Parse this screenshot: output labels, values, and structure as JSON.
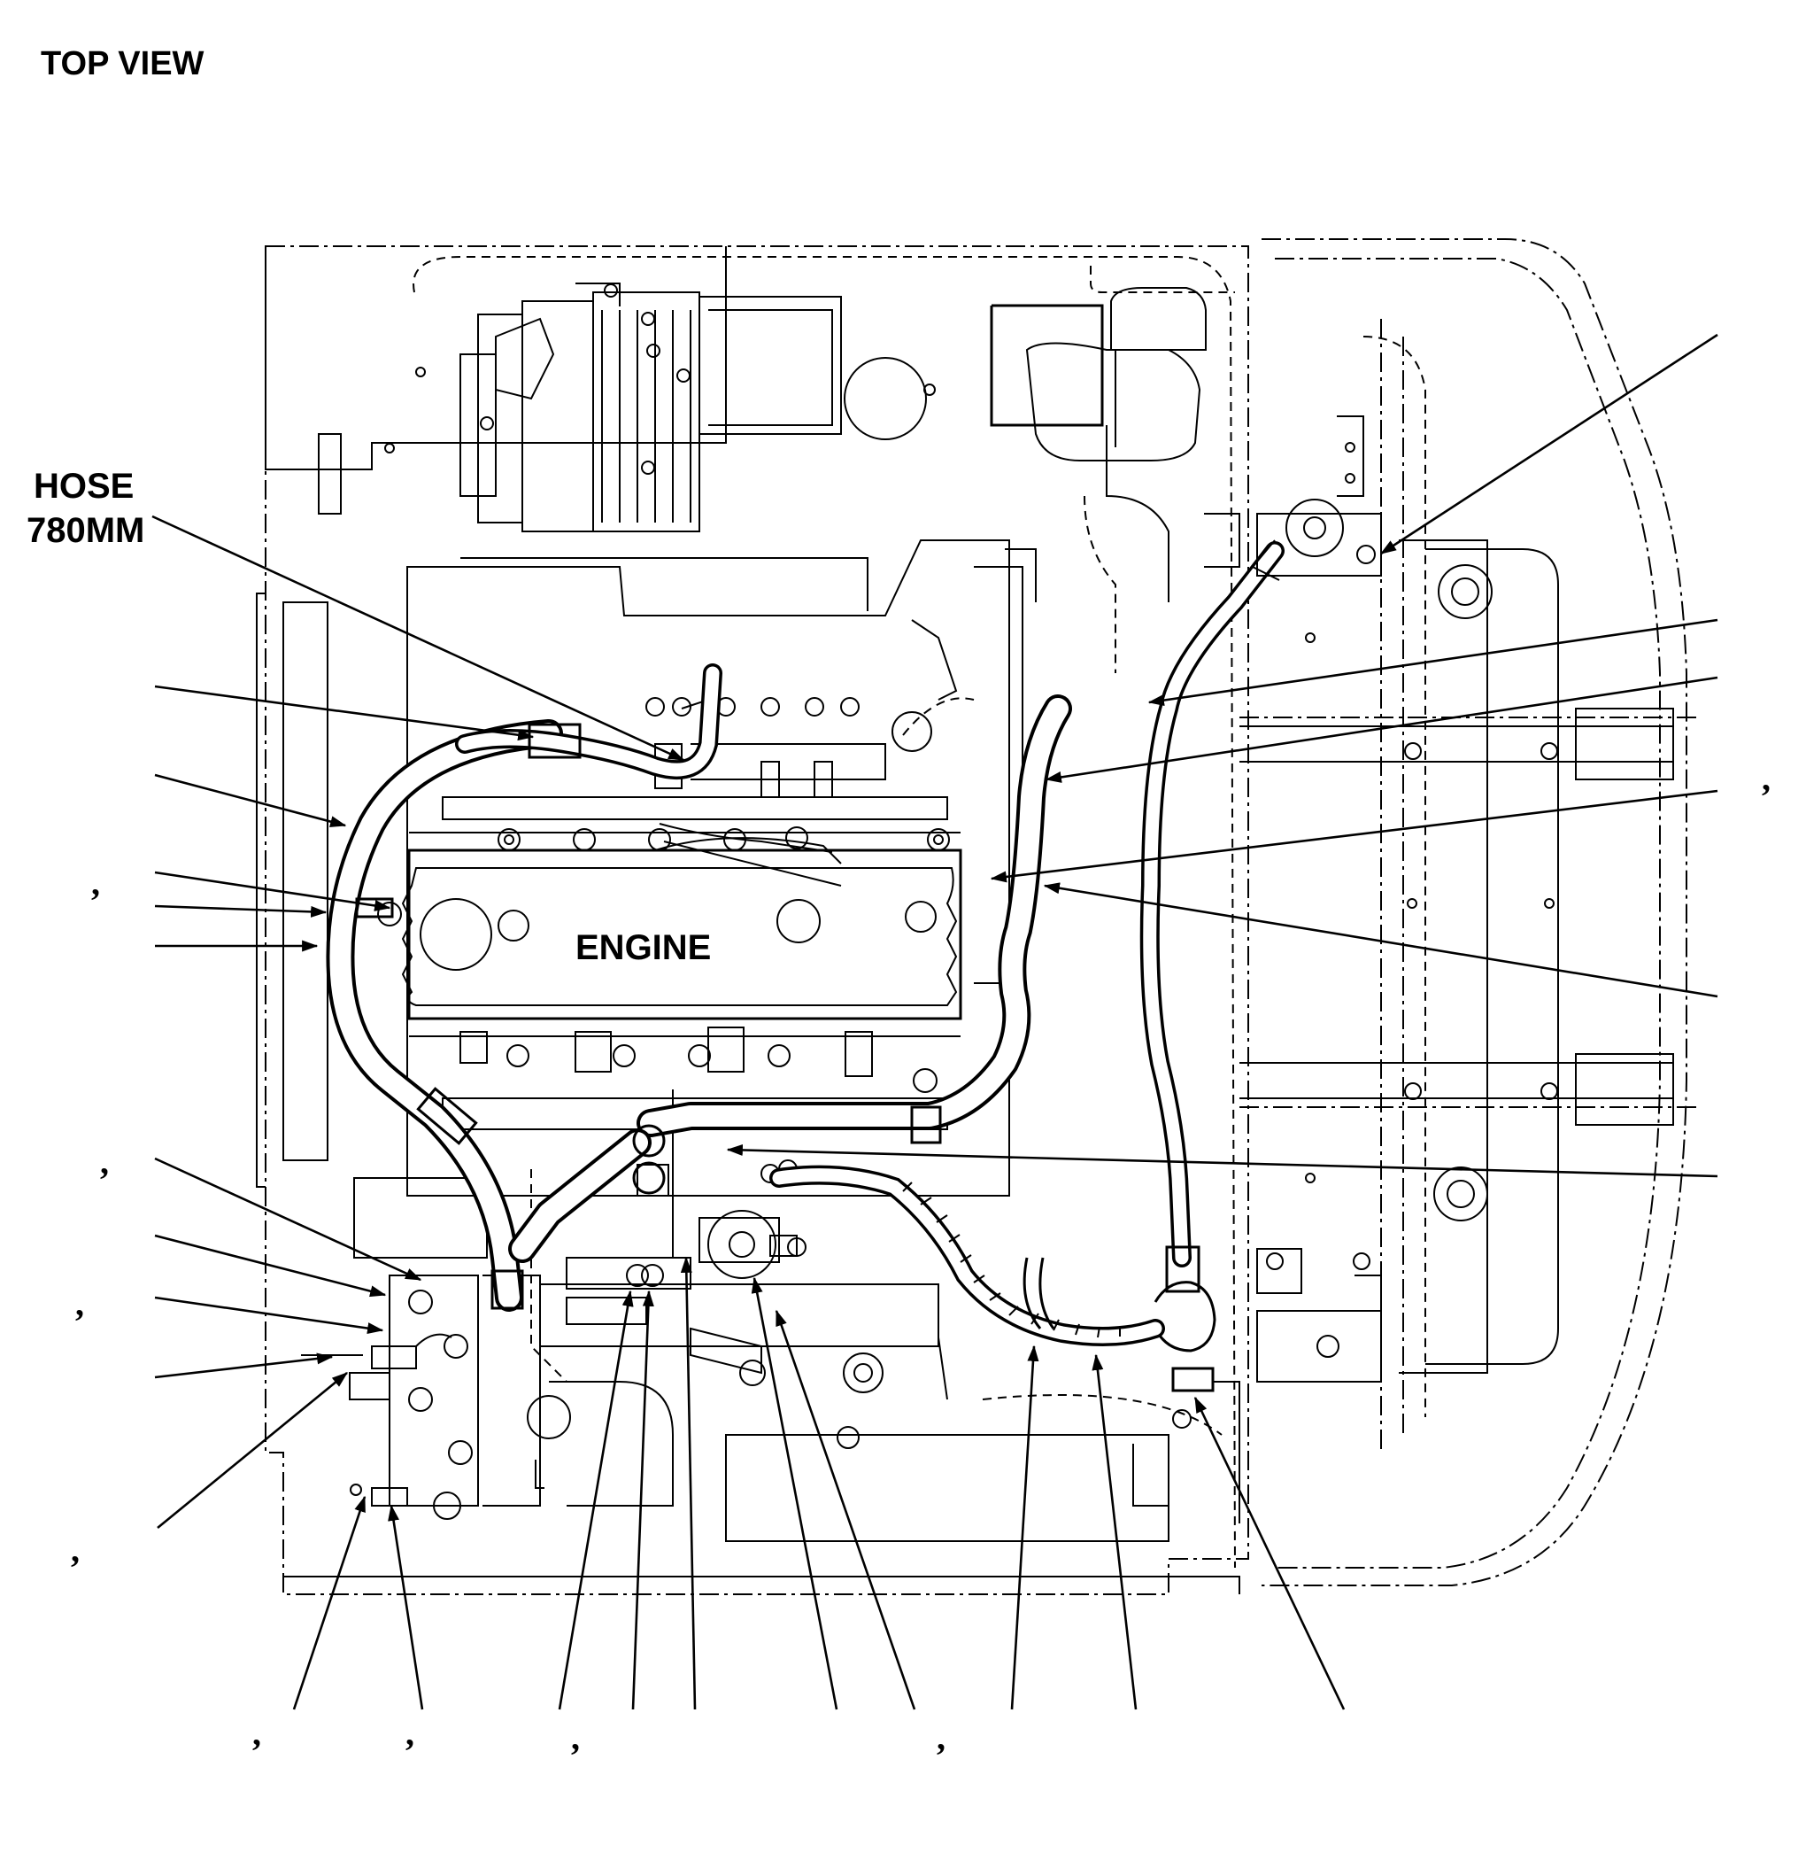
{
  "title": "TOP VIEW",
  "labels": {
    "hose": "HOSE",
    "hose_length": "780MM",
    "engine": "ENGINE"
  },
  "separators": [
    ",",
    ",",
    ",",
    ",",
    ",",
    ",",
    ",",
    ",",
    ","
  ],
  "colors": {
    "ink": "#000000",
    "paper": "#ffffff"
  }
}
